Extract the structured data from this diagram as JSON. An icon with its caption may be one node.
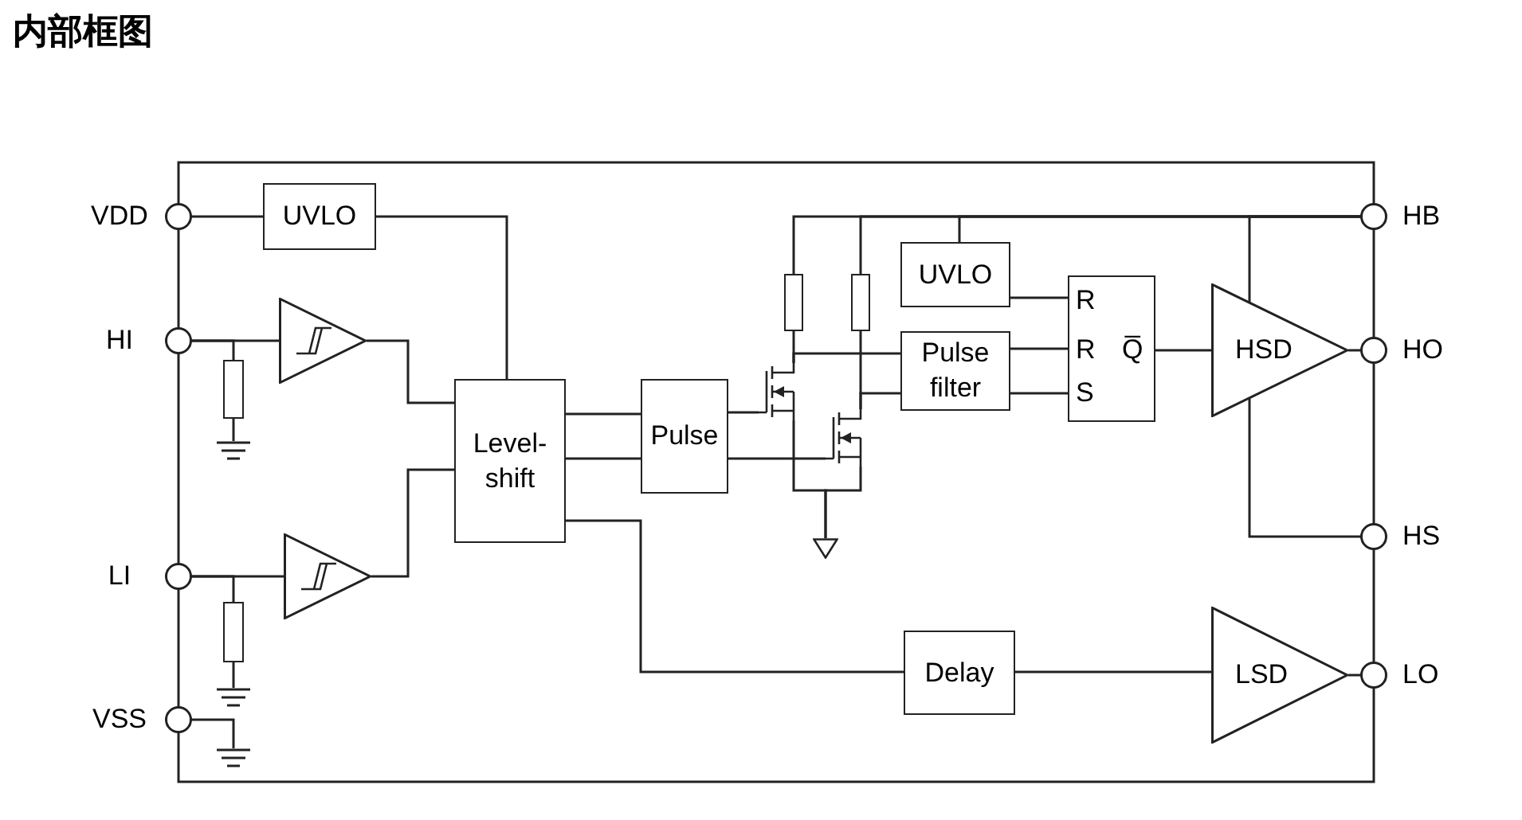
{
  "diagram": {
    "title": "内部框图",
    "nodes": [
      {
        "text": [
          "VDD"
        ]
      },
      {
        "text": [
          "UVLO"
        ]
      },
      {
        "text": [
          "HI"
        ]
      },
      {
        "text": [],
        "shape": "triangle"
      },
      {
        "text": [],
        "shape": "resistor"
      },
      {
        "text": [],
        "shape": "ground"
      },
      {
        "text": [
          "Level- shift"
        ]
      },
      {
        "text": [
          "LI"
        ]
      },
      {
        "text": [],
        "shape": "triangle"
      },
      {
        "text": [],
        "shape": "resistor"
      },
      {
        "text": [],
        "shape": "ground"
      },
      {
        "text": [
          "VSS"
        ]
      },
      {
        "text": [],
        "shape": "ground"
      },
      {
        "text": [
          "Pulse"
        ]
      },
      {
        "text": [],
        "shape": "resistor"
      },
      {
        "text": [],
        "shape": "resistor"
      },
      {
        "text": [
          "UVLO"
        ]
      },
      {
        "text": [
          "Pulse filter"
        ]
      },
      {
        "text": [],
        "shape": "transistor"
      },
      {
        "text": [],
        "shape": "transistor"
      },
      {
        "text": [],
        "shape": "ground"
      },
      {
        "text": [
          "R",
          "R",
          "Q̅",
          "S"
        ]
      },
      {
        "text": [
          "HSD"
        ]
      },
      {
        "text": [
          "Delay"
        ]
      },
      {
        "text": [
          "LSD"
        ]
      },
      {
        "text": [
          "HB"
        ]
      },
      {
        "text": [
          "HO"
        ]
      },
      {
        "text": [
          "HS"
        ]
      },
      {
        "text": [
          "LO"
        ]
      }
    ],
    "edges": [
      {
        "from": 0,
        "to": 1,
        "arrow": "none"
      },
      {
        "from": 1,
        "to": 6,
        "arrow": "none"
      },
      {
        "from": 2,
        "to": 3,
        "arrow": "none"
      },
      {
        "from": 2,
        "to": 4,
        "arrow": "none"
      },
      {
        "from": 4,
        "to": 5,
        "arrow": "none"
      },
      {
        "from": 3,
        "to": 6,
        "arrow": "none"
      },
      {
        "from": 7,
        "to": 8,
        "arrow": "none"
      },
      {
        "from": 7,
        "to": 9,
        "arrow": "none"
      },
      {
        "from": 9,
        "to": 10,
        "arrow": "none"
      },
      {
        "from": 8,
        "to": 6,
        "arrow": "none"
      },
      {
        "from": 11,
        "to": 12,
        "arrow": "none"
      },
      {
        "from": 6,
        "to": 13,
        "arrow": "none"
      },
      {
        "from": 6,
        "to": 13,
        "arrow": "none"
      },
      {
        "from": 6,
        "to": 23,
        "arrow": "none"
      },
      {
        "from": 13,
        "to": 18,
        "arrow": "none"
      },
      {
        "from": 13,
        "to": 19,
        "arrow": "none"
      },
      {
        "from": 25,
        "to": 14,
        "arrow": "none"
      },
      {
        "from": 25,
        "to": 15,
        "arrow": "none"
      },
      {
        "from": 25,
        "to": 16,
        "arrow": "none"
      },
      {
        "from": 25,
        "to": 22,
        "arrow": "none"
      },
      {
        "from": 14,
        "to": 18,
        "arrow": "none"
      },
      {
        "from": 15,
        "to": 19,
        "arrow": "none"
      },
      {
        "from": 18,
        "to": 17,
        "arrow": "none"
      },
      {
        "from": 19,
        "to": 17,
        "arrow": "none"
      },
      {
        "from": 18,
        "to": 20,
        "arrow": "none"
      },
      {
        "from": 19,
        "to": 20,
        "arrow": "none"
      },
      {
        "from": 16,
        "to": 21,
        "arrow": "none"
      },
      {
        "from": 17,
        "to": 21,
        "arrow": "none"
      },
      {
        "from": 17,
        "to": 21,
        "arrow": "none"
      },
      {
        "from": 21,
        "to": 22,
        "arrow": "none"
      },
      {
        "from": 22,
        "to": 26,
        "arrow": "none"
      },
      {
        "from": 22,
        "to": 27,
        "arrow": "none"
      },
      {
        "from": 23,
        "to": 24,
        "arrow": "none"
      },
      {
        "from": 24,
        "to": 28,
        "arrow": "none"
      }
    ]
  }
}
